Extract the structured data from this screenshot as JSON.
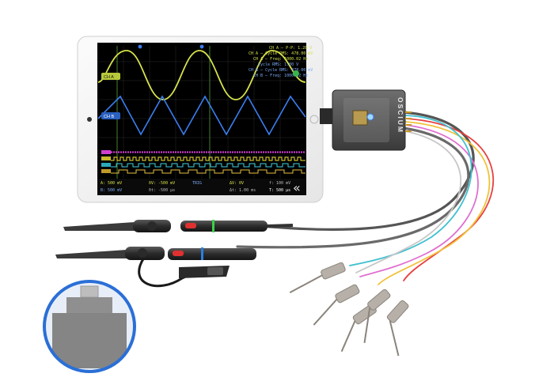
{
  "device": {
    "brand_text": "OSCIUM",
    "screen": {
      "readouts_top": [
        "CH A — P-P: 1.28 V",
        "CH A — Cycle RMS: 478.00 mV",
        "CH A — Freq: 1000.02 Hz",
        "Cycle RMS: 1.00 V",
        "CH B — Cycle RMS: 478.00 mV",
        "CH B — Freq: 1000.02 Hz"
      ],
      "ch_a_label": "CH A",
      "ch_b_label": "CH B",
      "bottom_left_top": "A: 500 mV",
      "bottom_left_bottom": "B: 500 mV",
      "bottom_mid1_top": "δV: -500 mV",
      "bottom_mid1_bottom": "δt: -500 µs",
      "bottom_trig": "TRIG",
      "bottom_mid2_top": "ΔV: 0V",
      "bottom_mid2_bottom": "Δt: 1.00 ms",
      "bottom_right_top": "f: 100 mV",
      "bottom_right_bottom": "T: 500 µs",
      "back_glyph": "«"
    }
  },
  "colors": {
    "ch_a": "#d7e24a",
    "ch_b": "#3a7ff0",
    "logic_magenta": "#e040e0",
    "logic_yellow": "#f0e030",
    "logic_cyan": "#40d0e0",
    "inset_ring": "#2a6fd6"
  }
}
